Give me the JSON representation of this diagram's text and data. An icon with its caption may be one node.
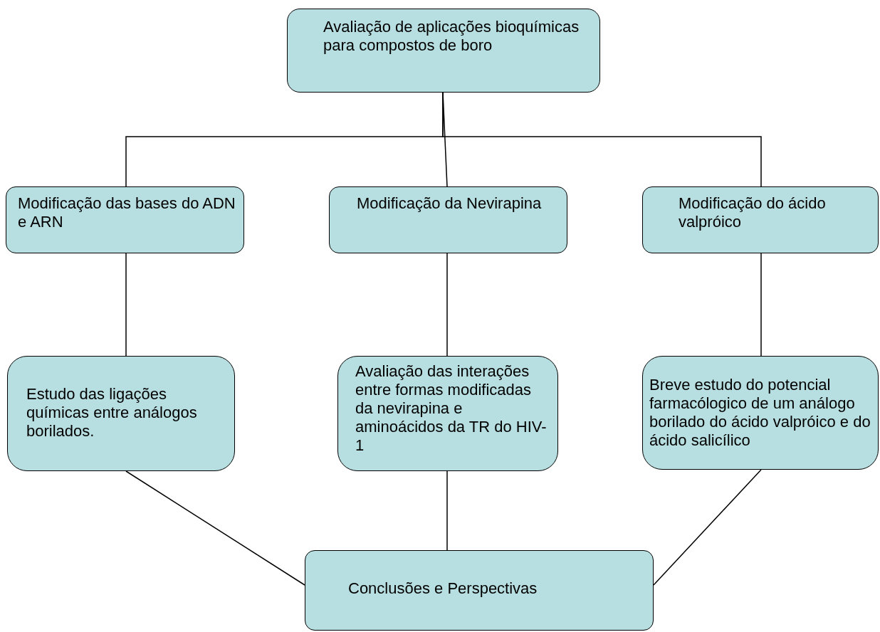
{
  "diagram": {
    "nodes": [
      {
        "text": [
          "Avaliação de aplicações bioquímicas para compostos de boro"
        ]
      },
      {
        "text": [
          "Modificação das bases do ADN e ARN"
        ]
      },
      {
        "text": [
          "Modificação da Nevirapina"
        ]
      },
      {
        "text": [
          "Modificação do ácido valpróico"
        ]
      },
      {
        "text": [
          "Estudo das ligações químicas entre análogos borilados."
        ]
      },
      {
        "text": [
          "Avaliação das interações entre formas modificadas da nevirapina e aminoácidos da TR do HIV-1"
        ]
      },
      {
        "text": [
          "Breve estudo do potencial farmacólogico de um análogo borilado do ácido valpróico e do ácido salicílico"
        ]
      },
      {
        "text": [
          "Conclusões e Perspectivas"
        ]
      }
    ],
    "edges": [
      {
        "from": 0,
        "to": 1,
        "arrow": "none"
      },
      {
        "from": 0,
        "to": 2,
        "arrow": "none"
      },
      {
        "from": 0,
        "to": 3,
        "arrow": "none"
      },
      {
        "from": 1,
        "to": 4,
        "arrow": "none"
      },
      {
        "from": 2,
        "to": 5,
        "arrow": "none"
      },
      {
        "from": 3,
        "to": 6,
        "arrow": "none"
      },
      {
        "from": 4,
        "to": 7,
        "arrow": "none"
      },
      {
        "from": 5,
        "to": 7,
        "arrow": "none"
      },
      {
        "from": 6,
        "to": 7,
        "arrow": "none"
      }
    ]
  }
}
